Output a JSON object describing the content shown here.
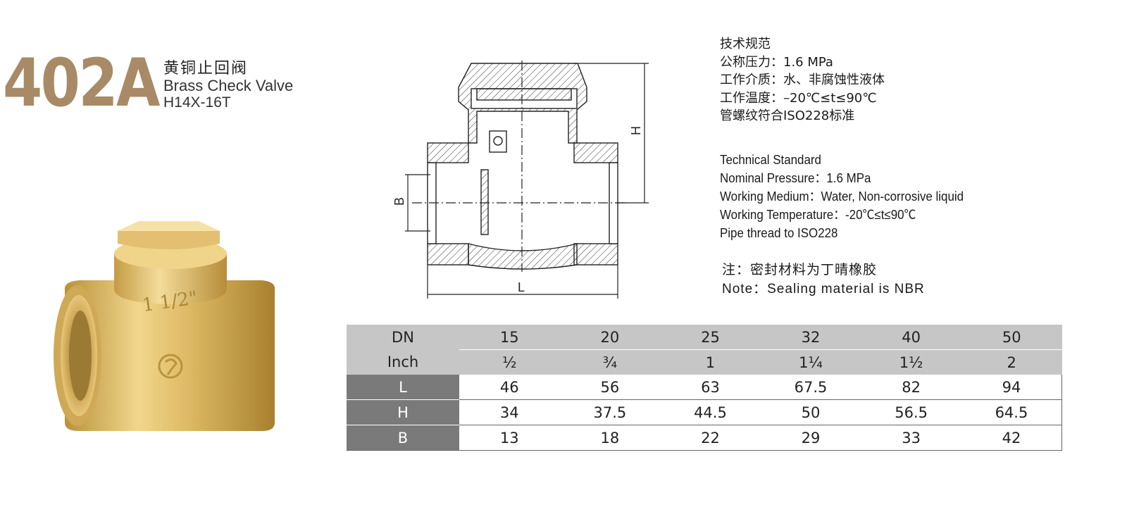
{
  "product": {
    "model": "402A",
    "name_cn": "黄铜止回阀",
    "name_en": "Brass Check Valve",
    "code": "H14X-16T"
  },
  "photo": {
    "size_mark": "1 1/2\""
  },
  "drawing": {
    "labels": {
      "h": "H",
      "b": "B",
      "l": "L"
    }
  },
  "spec_cn": {
    "heading": "技术规范",
    "pressure": "公称压力：1.6 MPa",
    "medium": "工作介质：水、非腐蚀性液体",
    "temperature": "工作温度：–20℃≤t≤90℃",
    "thread": "管螺纹符合ISO228标准"
  },
  "spec_en": {
    "heading": "Technical Standard",
    "pressure": "Nominal Pressure：1.6 MPa",
    "medium": "Working Medium：Water, Non-corrosive liquid",
    "temperature": "Working Temperature：-20℃≤t≤90℃",
    "thread": "Pipe thread to ISO228"
  },
  "note": {
    "cn": "注：密封材料为丁晴橡胶",
    "en": "Note：Sealing material is NBR"
  },
  "table": {
    "rows": [
      {
        "label": "DN",
        "values": [
          "15",
          "20",
          "25",
          "32",
          "40",
          "50"
        ]
      },
      {
        "label": "Inch",
        "values": [
          "½",
          "¾",
          "1",
          "1¼",
          "1½",
          "2"
        ]
      },
      {
        "label": "L",
        "values": [
          "46",
          "56",
          "63",
          "67.5",
          "82",
          "94"
        ]
      },
      {
        "label": "H",
        "values": [
          "34",
          "37.5",
          "44.5",
          "50",
          "56.5",
          "64.5"
        ]
      },
      {
        "label": "B",
        "values": [
          "13",
          "18",
          "22",
          "29",
          "33",
          "42"
        ]
      }
    ]
  },
  "colors": {
    "brass": "#d7b15a",
    "model_text": "#a88a66",
    "header_gray": "#c6c6c6",
    "row_head_gray": "#7a7a7a"
  }
}
